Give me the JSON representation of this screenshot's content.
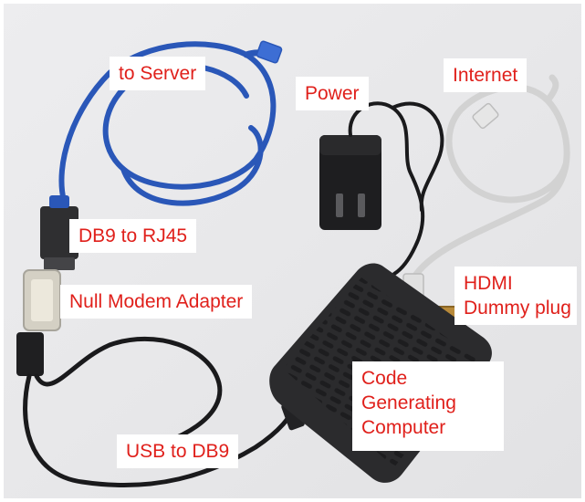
{
  "image": {
    "subject": "networking-hardware-setup",
    "colors": {
      "background": "#e9e9eb",
      "label_text": "#e0201b",
      "label_box": "#ffffff",
      "blue_cable": "#2a57b8",
      "grey_cable": "#d2d2d2",
      "black_device": "#2b2b2d"
    }
  },
  "labels": {
    "to_server": "to Server",
    "power": "Power",
    "internet": "Internet",
    "db9_to_rj45": "DB9 to RJ45",
    "null_modem_adapter": "Null Modem Adapter",
    "hdmi_dummy_plug": [
      "HDMI",
      "Dummy plug"
    ],
    "code_generating_computer": [
      "Code",
      "Generating",
      "Computer"
    ],
    "usb_to_db9": "USB to DB9"
  }
}
